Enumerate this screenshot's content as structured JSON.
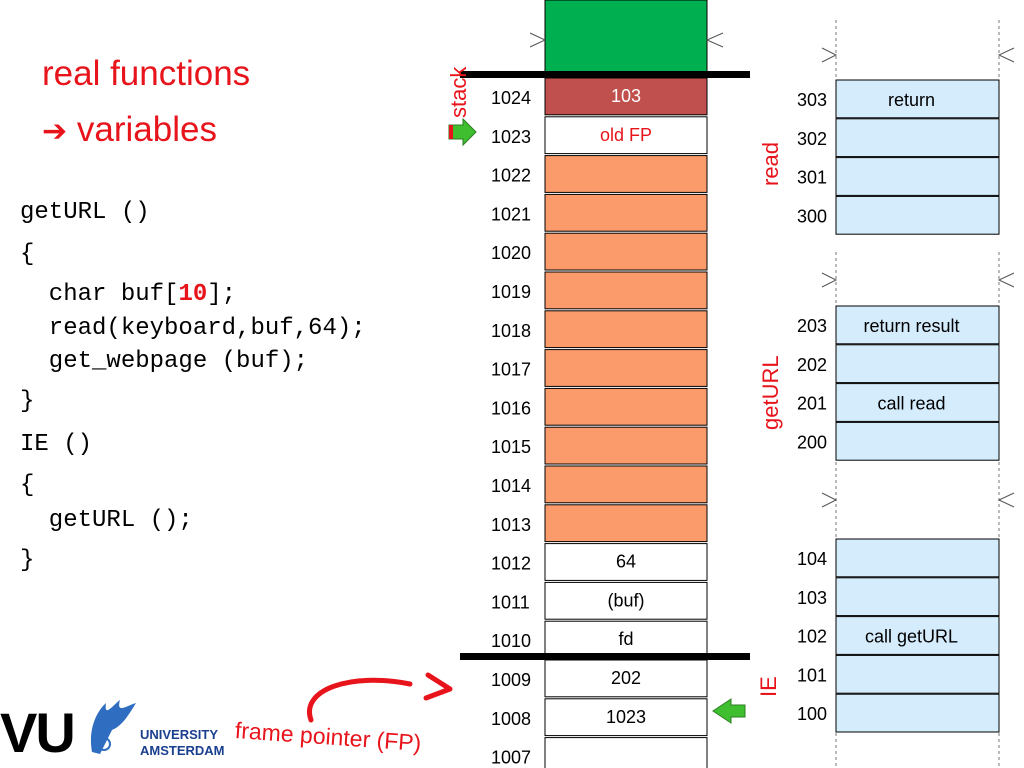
{
  "title": {
    "line1": "real functions",
    "line2": "variables"
  },
  "code": {
    "line1": "getURL ()",
    "line2": "{",
    "line3_pre": "  char buf[",
    "line3_num": "10",
    "line3_post": "];",
    "line4": "  read(keyboard,buf,64);",
    "line5": "  get_webpage (buf);",
    "line6": "}",
    "line7": "IE ()",
    "line8": "{",
    "line9": "  getURL ();",
    "line10": "}"
  },
  "stack": {
    "label": "stack",
    "cells": [
      {
        "addr": "1024",
        "value": "103",
        "kind": "retaddr"
      },
      {
        "addr": "1023",
        "value": "old FP",
        "kind": "fp"
      },
      {
        "addr": "1022",
        "value": "",
        "kind": "buf"
      },
      {
        "addr": "1021",
        "value": "",
        "kind": "buf"
      },
      {
        "addr": "1020",
        "value": "",
        "kind": "buf"
      },
      {
        "addr": "1019",
        "value": "",
        "kind": "buf"
      },
      {
        "addr": "1018",
        "value": "",
        "kind": "buf"
      },
      {
        "addr": "1017",
        "value": "",
        "kind": "buf"
      },
      {
        "addr": "1016",
        "value": "",
        "kind": "buf"
      },
      {
        "addr": "1015",
        "value": "",
        "kind": "buf"
      },
      {
        "addr": "1014",
        "value": "",
        "kind": "buf"
      },
      {
        "addr": "1013",
        "value": "",
        "kind": "buf"
      },
      {
        "addr": "1012",
        "value": "64",
        "kind": "plain"
      },
      {
        "addr": "1011",
        "value": "(buf)",
        "kind": "plain"
      },
      {
        "addr": "1010",
        "value": "fd",
        "kind": "plain"
      },
      {
        "addr": "1009",
        "value": "202",
        "kind": "plain"
      },
      {
        "addr": "1008",
        "value": "1023",
        "kind": "plain"
      },
      {
        "addr": "1007",
        "value": "",
        "kind": "plain"
      }
    ]
  },
  "code_memory": {
    "read": {
      "label": "read",
      "cells": [
        {
          "addr": "303",
          "value": "return"
        },
        {
          "addr": "302",
          "value": ""
        },
        {
          "addr": "301",
          "value": ""
        },
        {
          "addr": "300",
          "value": ""
        }
      ]
    },
    "getURL": {
      "label": "getURL",
      "cells": [
        {
          "addr": "203",
          "value": "return result"
        },
        {
          "addr": "202",
          "value": ""
        },
        {
          "addr": "201",
          "value": "call read"
        },
        {
          "addr": "200",
          "value": ""
        }
      ]
    },
    "IE": {
      "label": "IE",
      "cells": [
        {
          "addr": "104",
          "value": ""
        },
        {
          "addr": "103",
          "value": ""
        },
        {
          "addr": "102",
          "value": "call getURL"
        },
        {
          "addr": "101",
          "value": ""
        },
        {
          "addr": "100",
          "value": ""
        }
      ]
    }
  },
  "frame_pointer_label": "frame pointer (FP)",
  "logo": {
    "vu": "VU",
    "line1": "UNIVERSITY",
    "line2": "AMSTERDAM"
  },
  "colors": {
    "accent_red": "#e8141b",
    "retaddr": "#c0504d",
    "buffer": "#fb9b6b",
    "code_cell": "#d4ecfc",
    "top_green": "#00b050",
    "arrow_green": "#3fbf2f",
    "logo_blue": "#1a3f8f"
  },
  "icons": {
    "title_arrow": "right-arrow-icon",
    "stack_pointer": "green-arrow-icon",
    "fp_pointer": "green-arrow-icon"
  }
}
